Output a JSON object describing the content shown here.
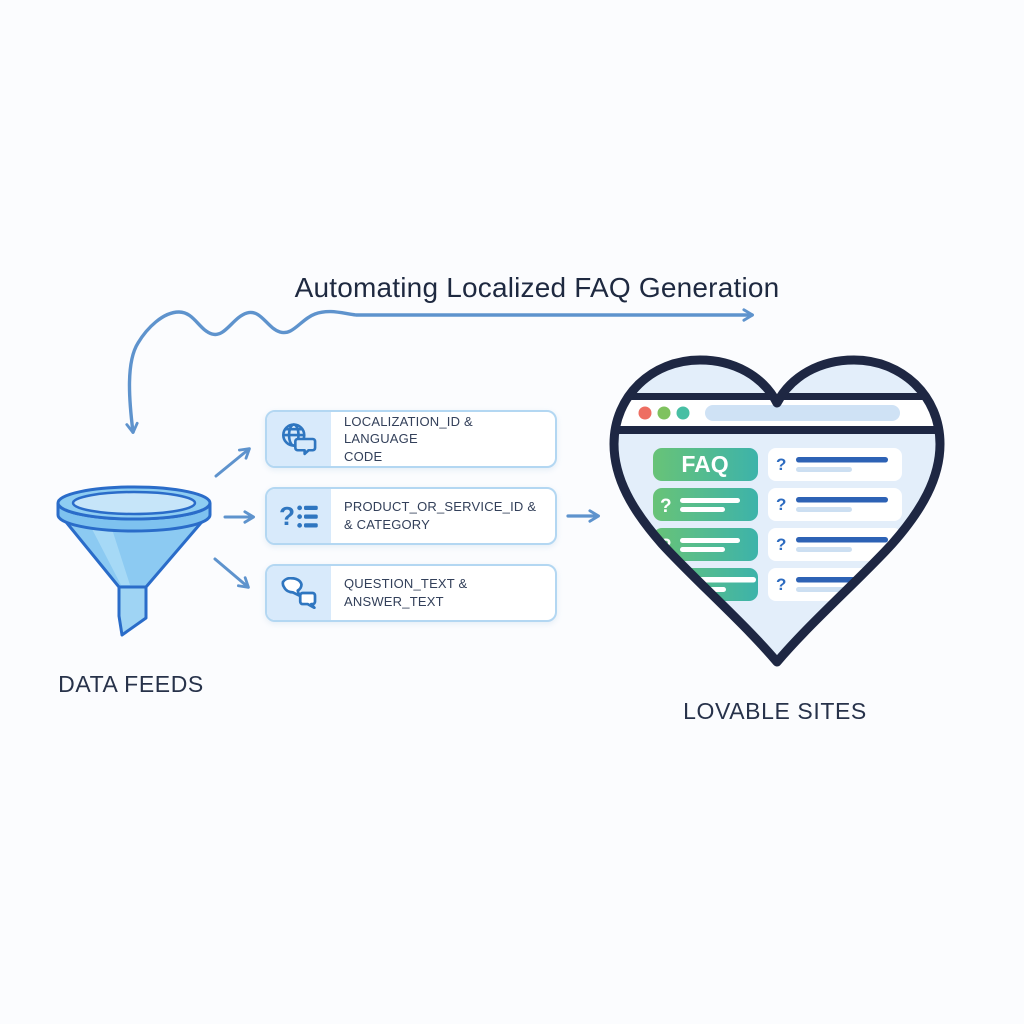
{
  "title": "Automating Localized FAQ Generation",
  "funnel": {
    "label": "DATA FEEDS"
  },
  "fields": [
    {
      "icon": "globe-chat-icon",
      "line1": "LOCALIZATION_ID & LANGUAGE",
      "line2": "CODE"
    },
    {
      "icon": "question-list-icon",
      "line1": "PRODUCT_OR_SERVICE_ID &",
      "line2": "& CATEGORY"
    },
    {
      "icon": "chat-bubbles-icon",
      "line1": "QUESTION_TEXT & ANSWER_TEXT",
      "line2": ""
    }
  ],
  "heart": {
    "faq_label": "FAQ",
    "label": "LOVABLE SITES"
  },
  "colors": {
    "arrow_blue": "#5e93cd",
    "outline_navy": "#1e2743",
    "funnel_fill": "#8ecdf2",
    "funnel_stroke": "#2a6cc9",
    "box_border": "#b3d7f2",
    "icon_blue": "#2f76c0",
    "icon_bg": "#d8eafb",
    "heart_bg": "#e3eefa",
    "pill_green_start": "#68c377",
    "pill_green_end": "#3db3aa",
    "dot_red": "#ee6e62",
    "dot_green": "#7fc25f",
    "dot_teal": "#48bfa4",
    "bar_dark_blue": "#2d62b5",
    "bar_light_blue": "#ccdff2",
    "address_bar": "#cfe2f5",
    "text_dark": "#27324a"
  }
}
